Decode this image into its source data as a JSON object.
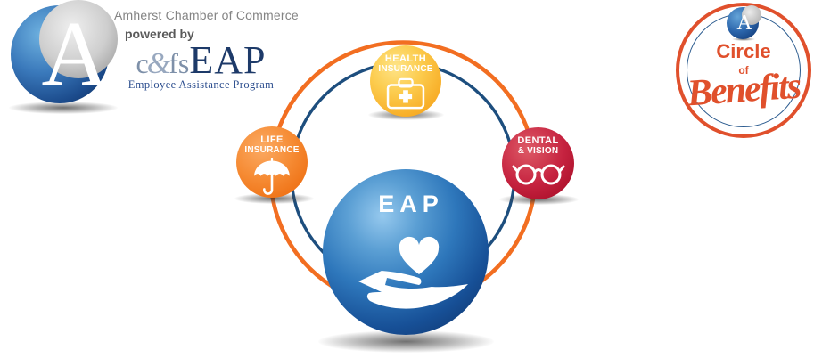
{
  "logo": {
    "monogram": "A",
    "org": "Amherst Chamber of Commerce",
    "powered_by": "powered by",
    "provider_c": "c",
    "provider_amp": "&",
    "provider_fs": "fs",
    "provider_name": "EAP",
    "provider_tagline": "Employee Assistance Program"
  },
  "badge": {
    "monogram": "A",
    "word1": "Circle",
    "word2": "of",
    "word3": "Benefits",
    "accent_color": "#e0502c",
    "ring_color": "#2b5b8f"
  },
  "diagram": {
    "rings": {
      "outer_color": "#f26e21",
      "inner_color": "#1d4e7e"
    },
    "center": {
      "label": "EAP",
      "icon": "heart-in-hand",
      "color": "#0d2c5e"
    },
    "nodes": [
      {
        "id": "health-insurance",
        "line1": "HEALTH",
        "line2": "INSURANCE",
        "icon": "first-aid-kit",
        "color": "#f7a81d"
      },
      {
        "id": "life-insurance",
        "line1": "LIFE",
        "line2": "INSURANCE",
        "icon": "umbrella",
        "color": "#ee6f12"
      },
      {
        "id": "dental-vision",
        "line1": "DENTAL",
        "line2": "& VISION",
        "icon": "eyeglasses",
        "color": "#b51230"
      }
    ]
  }
}
